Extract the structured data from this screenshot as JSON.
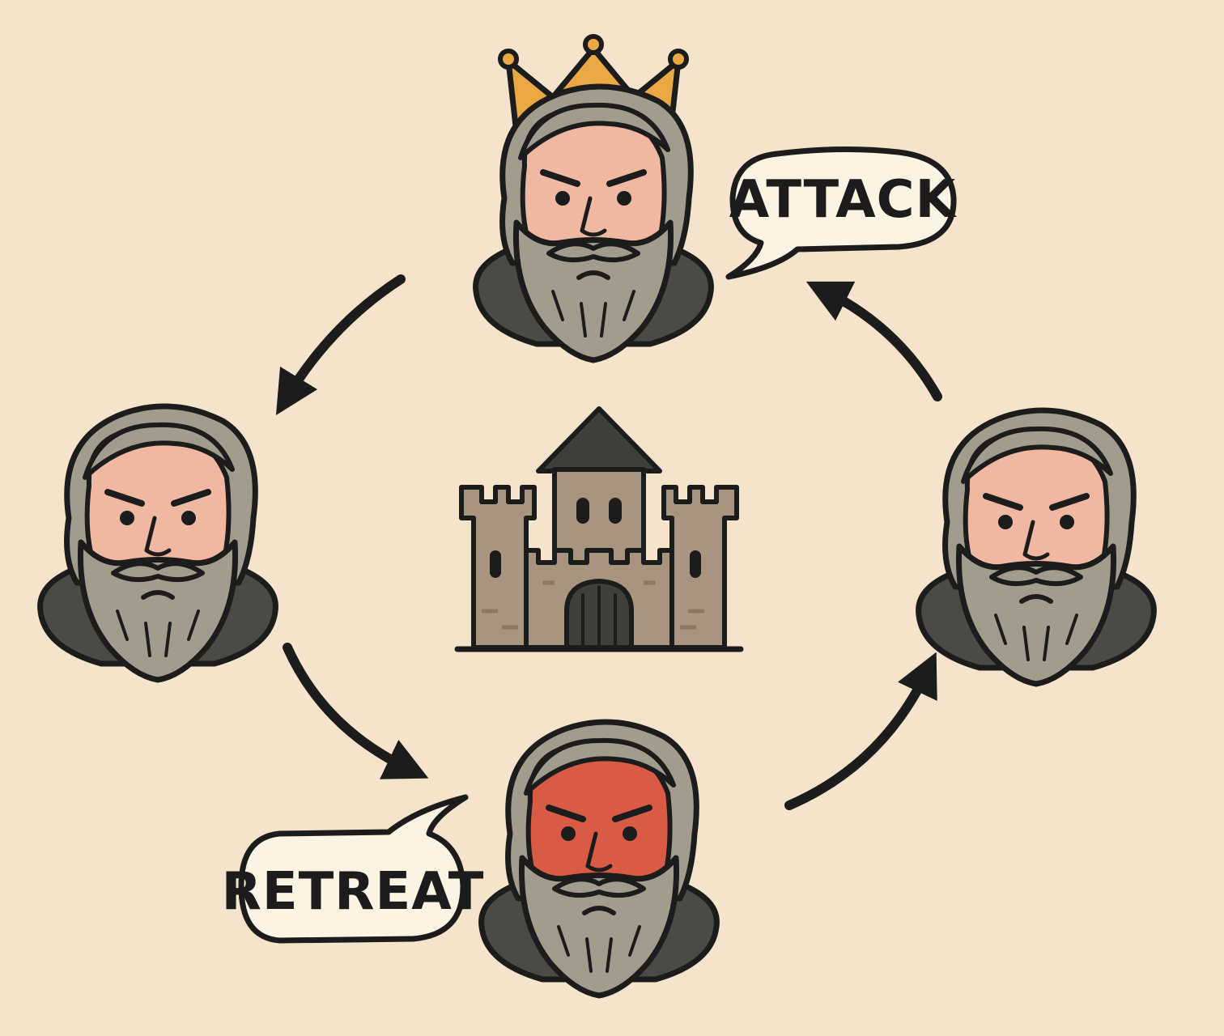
{
  "colors": {
    "background": "#f3e4cb",
    "outline": "#1c1c1c",
    "skin": "#f0b8a0",
    "traitor_skin": "#d95a45",
    "hair": "#a29c8e",
    "robe": "#4a4a46",
    "crown": "#eaa845",
    "castle": "#a89580",
    "castle_dark": "#8c7965",
    "roof": "#3f3f3c",
    "bubble_fill": "#fbf3e3"
  },
  "nodes": [
    {
      "id": "commander",
      "role": "king",
      "icon": "crowned-general-icon"
    },
    {
      "id": "left-general",
      "role": "loyal",
      "icon": "general-icon"
    },
    {
      "id": "bottom-general",
      "role": "traitor",
      "icon": "angry-general-icon"
    },
    {
      "id": "right-general",
      "role": "loyal",
      "icon": "general-icon"
    }
  ],
  "center": {
    "icon": "castle-icon"
  },
  "messages": {
    "commander": "ATTACK",
    "traitor": "RETREAT"
  },
  "edges": [
    {
      "from": "commander",
      "to": "left-general"
    },
    {
      "from": "left-general",
      "to": "bottom-general"
    },
    {
      "from": "bottom-general",
      "to": "right-general"
    },
    {
      "from": "right-general",
      "to": "commander"
    }
  ]
}
